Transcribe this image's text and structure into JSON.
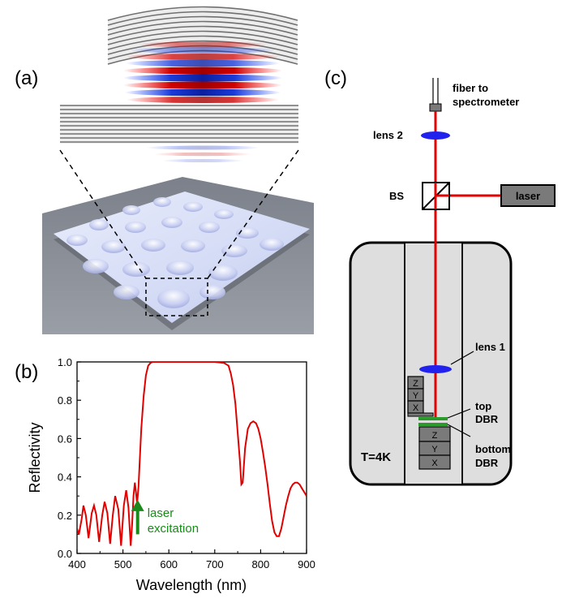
{
  "panels": {
    "a": {
      "label": "(a)"
    },
    "b": {
      "label": "(b)"
    },
    "c": {
      "label": "(c)"
    }
  },
  "setup": {
    "fiber_line1": "fiber to",
    "fiber_line2": "spectrometer",
    "lens2": "lens 2",
    "beamsplitter": "BS",
    "laser": "laser",
    "lens1": "lens 1",
    "top_dbr_line1": "top",
    "top_dbr_line2": "DBR",
    "bottom_dbr_line1": "bottom",
    "bottom_dbr_line2": "DBR",
    "temperature": "T=4K",
    "stage_top": [
      "Z",
      "Y",
      "X"
    ],
    "stage_bottom": [
      "Z",
      "Y",
      "X"
    ]
  },
  "colors": {
    "beam": "#e00000",
    "lens": "#2222ee",
    "dbr": "#2a9a2a",
    "annotation": "#1a8a1a"
  },
  "chart_data": {
    "type": "line",
    "xlabel": "Wavelength (nm)",
    "ylabel": "Reflectivity",
    "xlim": [
      400,
      900
    ],
    "ylim": [
      0.0,
      1.0
    ],
    "xticks": [
      "400",
      "500",
      "600",
      "700",
      "800",
      "900"
    ],
    "yticks": [
      "0.0",
      "0.2",
      "0.4",
      "0.6",
      "0.8",
      "1.0"
    ],
    "annotation": {
      "line1": "laser",
      "line2": "excitation",
      "x": 532,
      "y_from": 0.1,
      "y_to": 0.28
    },
    "series": [
      {
        "x": [
          400,
          404,
          410,
          414,
          419,
          425,
          432,
          437,
          442,
          448,
          455,
          460,
          466,
          472,
          478,
          483,
          490,
          496,
          502,
          507,
          512,
          517,
          520,
          523,
          526,
          528,
          531,
          534,
          537,
          540,
          545,
          550,
          555,
          560,
          565,
          570,
          600,
          650,
          700,
          720,
          730,
          735,
          740,
          745,
          750,
          755,
          758,
          761,
          766,
          772,
          778,
          784,
          790,
          795,
          800,
          805,
          810,
          815,
          820,
          825,
          830,
          835,
          840,
          845,
          850,
          855,
          860,
          865,
          870,
          875,
          880,
          885,
          890,
          895,
          900
        ],
        "y": [
          0.13,
          0.1,
          0.18,
          0.25,
          0.2,
          0.08,
          0.21,
          0.25,
          0.2,
          0.06,
          0.2,
          0.27,
          0.21,
          0.05,
          0.2,
          0.3,
          0.23,
          0.04,
          0.25,
          0.33,
          0.24,
          0.04,
          0.15,
          0.3,
          0.37,
          0.33,
          0.26,
          0.35,
          0.5,
          0.65,
          0.82,
          0.93,
          0.98,
          0.995,
          1.0,
          1.0,
          1.0,
          1.0,
          1.0,
          0.995,
          0.98,
          0.94,
          0.88,
          0.78,
          0.63,
          0.48,
          0.36,
          0.37,
          0.55,
          0.65,
          0.68,
          0.69,
          0.68,
          0.65,
          0.6,
          0.53,
          0.45,
          0.36,
          0.26,
          0.17,
          0.11,
          0.09,
          0.09,
          0.13,
          0.19,
          0.25,
          0.3,
          0.34,
          0.36,
          0.37,
          0.37,
          0.36,
          0.34,
          0.32,
          0.3
        ]
      }
    ]
  }
}
